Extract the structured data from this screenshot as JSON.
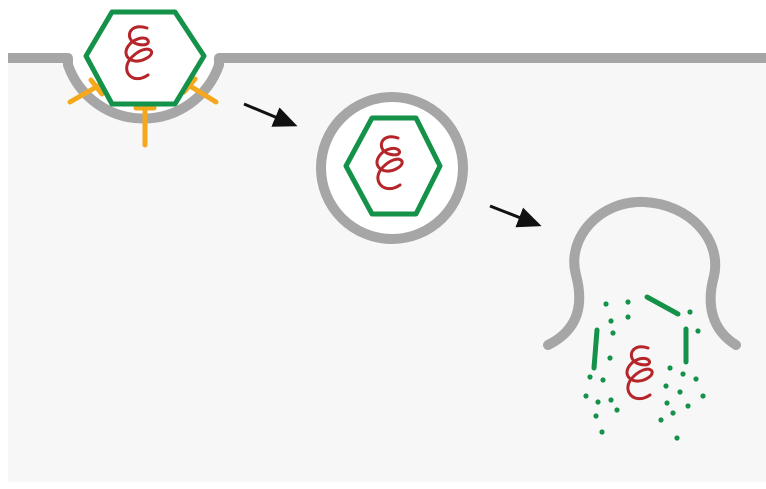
{
  "diagram": {
    "stages": [
      {
        "name": "virus-binding-at-membrane-pit"
      },
      {
        "name": "endocytic-vesicle-with-virus"
      },
      {
        "name": "capsid-disassembly-genome-release"
      }
    ],
    "colors": {
      "background": "#ffffff",
      "cytoplasm": "#f7f7f7",
      "membrane": "#a6a6a6",
      "capsid": "#14924a",
      "genome": "#b5252a",
      "receptor": "#f5a81c",
      "arrow": "#111111"
    },
    "icons": [
      "capsid-hexagon-icon",
      "genome-coil-icon",
      "receptor-icon",
      "arrow-icon"
    ]
  }
}
